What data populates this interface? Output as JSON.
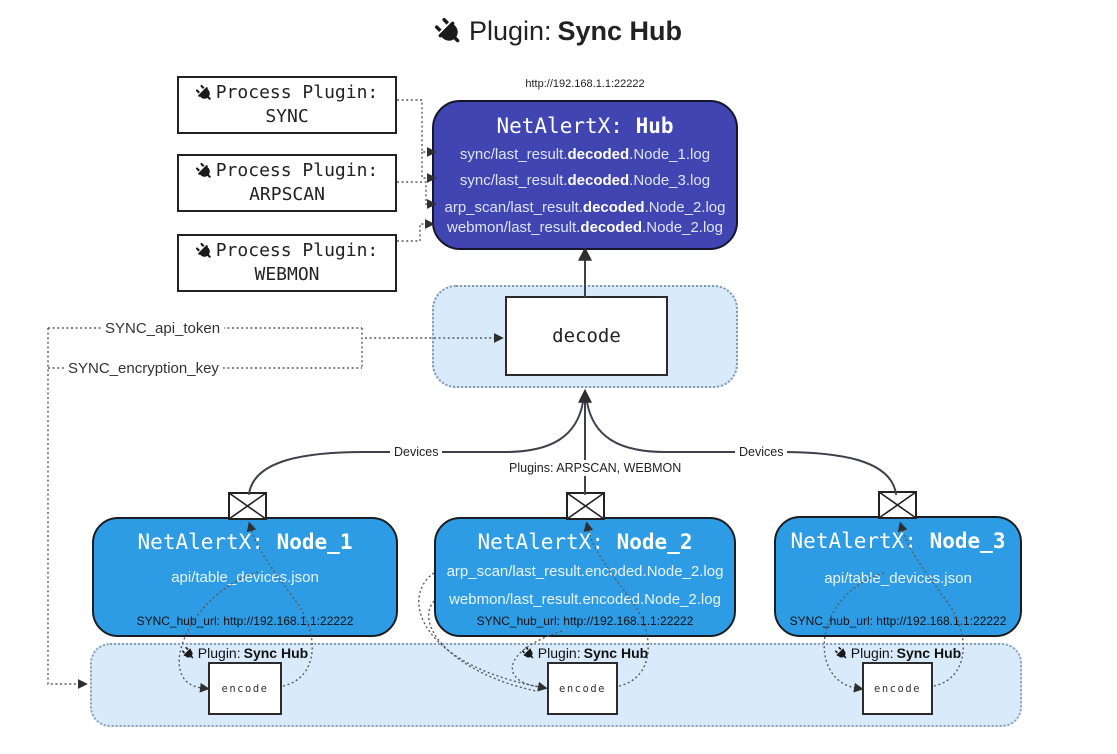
{
  "title": {
    "prefix": "Plugin: ",
    "bold": "Sync Hub"
  },
  "hub": {
    "url_label": "http://192.168.1.1:22222",
    "title_prefix": "NetAlertX: ",
    "title_bold": "Hub",
    "logs": [
      {
        "pre": "sync/last_result.",
        "bold": "decoded",
        "post": ".Node_1.log"
      },
      {
        "pre": "sync/last_result.",
        "bold": "decoded",
        "post": ".Node_3.log"
      },
      {
        "pre": "arp_scan/last_result.",
        "bold": "decoded",
        "post": ".Node_2.log"
      },
      {
        "pre": "webmon/last_result.",
        "bold": "decoded",
        "post": ".Node_2.log"
      }
    ]
  },
  "process_plugins": [
    {
      "line1": "Process Plugin:",
      "name": "SYNC"
    },
    {
      "line1": "Process Plugin:",
      "name": "ARPSCAN"
    },
    {
      "line1": "Process Plugin:",
      "name": "WEBMON"
    }
  ],
  "decode": {
    "label": "decode"
  },
  "config_labels": {
    "api_token": "SYNC_api_token",
    "encryption_key": "SYNC_encryption_key"
  },
  "edges": {
    "devices_left": "Devices",
    "devices_right": "Devices",
    "plugins_center": "Plugins: ARPSCAN, WEBMON"
  },
  "nodes": [
    {
      "title_prefix": "NetAlertX: ",
      "title_bold": "Node_1",
      "files": [
        "api/table_devices.json"
      ],
      "hub_url": "SYNC_hub_url: http://192.168.1.1:22222"
    },
    {
      "title_prefix": "NetAlertX: ",
      "title_bold": "Node_2",
      "files": [
        "arp_scan/last_result.encoded.Node_2.log",
        "webmon/last_result.encoded.Node_2.log"
      ],
      "hub_url": "SYNC_hub_url: http://192.168.1.1:22222"
    },
    {
      "title_prefix": "NetAlertX: ",
      "title_bold": "Node_3",
      "files": [
        "api/table_devices.json"
      ],
      "hub_url": "SYNC_hub_url: http://192.168.1.1:22222"
    }
  ],
  "sync_strip": {
    "plugin_prefix": "Plugin: ",
    "plugin_bold": "Sync Hub",
    "encode_label": "encode"
  },
  "icons": {
    "plug": "power-plug",
    "envelope": "envelope"
  },
  "colors": {
    "hub_fill": "#4045b2",
    "node_fill": "#2d9ce4",
    "panel_fill": "#d9eafb",
    "panel_border": "#7f98ae"
  }
}
